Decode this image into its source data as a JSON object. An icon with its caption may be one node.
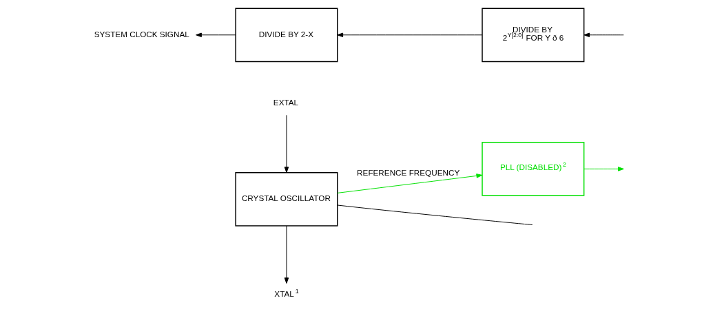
{
  "diagram": {
    "nodes": [
      {
        "text": [
          "XTAL$^{1}$"
        ]
      },
      {
        "text": [
          "EXTAL"
        ]
      },
      {
        "text": [
          "CRYSTAL OSCILLATOR"
        ]
      },
      {
        "text": [
          "PLL (DISABLED)$^{2}$"
        ]
      },
      {
        "text": [
          "DIVIDE BY",
          "2$^{Y[2:0]}$ FOR Y ð 6"
        ]
      },
      {
        "text": [
          "DIVIDE BY 2-X"
        ]
      },
      {
        "text": [
          "SYSTEM CLOCK SIGNAL"
        ]
      }
    ],
    "edges": [
      {
        "from": 2,
        "to": 0,
        "arrow": "to"
      },
      {
        "from": 1,
        "to": 2,
        "arrow": "to"
      },
      {
        "from": 2,
        "to": 3,
        "arrow": "to",
        "label": "REFERENCE FREQUENCY",
        "color": "#00e000"
      },
      {
        "from": 2,
        "to": null,
        "arrow": "none"
      },
      {
        "from": 3,
        "to": null,
        "arrow": "to",
        "color": "#00e000"
      },
      {
        "from": null,
        "to": 4,
        "arrow": "to"
      },
      {
        "from": 4,
        "to": 5,
        "arrow": "to"
      },
      {
        "from": 5,
        "to": 6,
        "arrow": "to"
      }
    ]
  }
}
